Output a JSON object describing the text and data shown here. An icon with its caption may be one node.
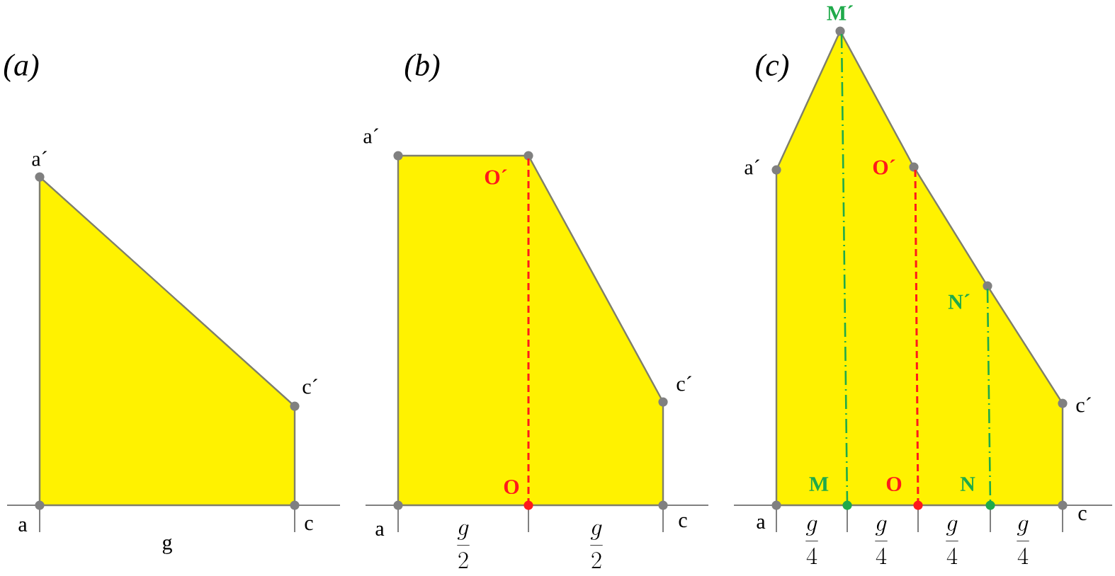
{
  "diagram": {
    "labels": [
      "(a)",
      "a´",
      "c´",
      "a",
      "c",
      "g",
      "(b)",
      "a´",
      "O´",
      "c´",
      "O",
      "a",
      "c",
      "\\frac{g}{2}",
      "\\frac{g}{2}",
      "(c)",
      "M´",
      "a´",
      "O´",
      "N´",
      "c´",
      "M",
      "O",
      "N",
      "a",
      "c",
      "\\frac{g}{4}",
      "\\frac{g}{4}",
      "\\frac{g}{4}",
      "\\frac{g}{4}"
    ]
  }
}
